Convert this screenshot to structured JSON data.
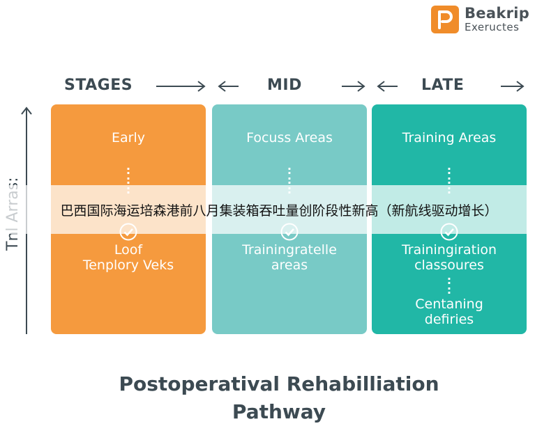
{
  "logo": {
    "name": "Beakrip",
    "tagline": "Exeructes",
    "brand_color": "#f08c2a"
  },
  "headers": {
    "stages": "STAGES",
    "mid": "MID",
    "late": "LATE"
  },
  "axis": {
    "label": "Tnl Arras:"
  },
  "columns": [
    {
      "heading": "Early",
      "items": [
        "Loof",
        "Tenplory Veks"
      ],
      "color": "#f59a3e"
    },
    {
      "heading": "Focuss Areas",
      "items": [
        "Trainingratelle",
        "areas"
      ],
      "color": "#78cac6"
    },
    {
      "heading": "Training Areas",
      "items": [
        "Trainingiration",
        "classoures"
      ],
      "extra": [
        "Centaning",
        "defiries"
      ],
      "color": "#21b7a6"
    }
  ],
  "banner": {
    "text": "巴西国际海运培森港前八月集装箱吞吐量创阶段性新高（新航线驱动增长）"
  },
  "title": {
    "line1": "Postoperatival Rehabilliation",
    "line2": "Pathway"
  }
}
